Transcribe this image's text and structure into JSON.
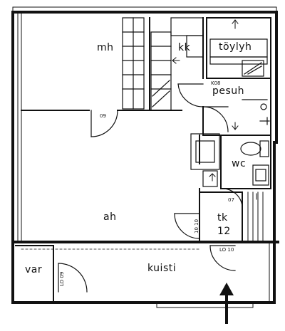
{
  "floorplan": {
    "rooms": [
      {
        "id": "mh",
        "label": "mh"
      },
      {
        "id": "kk",
        "label": "kk"
      },
      {
        "id": "toylyh",
        "label": "töylyh"
      },
      {
        "id": "pesuh",
        "label": "pesuh"
      },
      {
        "id": "ah",
        "label": "ah"
      },
      {
        "id": "wc",
        "label": "wc"
      },
      {
        "id": "tk",
        "label": "tk"
      },
      {
        "id": "var",
        "label": "var"
      },
      {
        "id": "kuisti",
        "label": "kuisti"
      }
    ],
    "room_areas": {
      "tk": "12"
    },
    "door_marks": [
      "09",
      "K08",
      "07",
      "10 10",
      "LO 10",
      "LO 09"
    ],
    "colors": {
      "line": "#111111",
      "paper": "#ffffff"
    },
    "icons": [
      "entrance-arrow-icon",
      "door-swing-icon",
      "stove-icon",
      "toilet-icon",
      "sink-icon",
      "staircase-icon"
    ]
  }
}
